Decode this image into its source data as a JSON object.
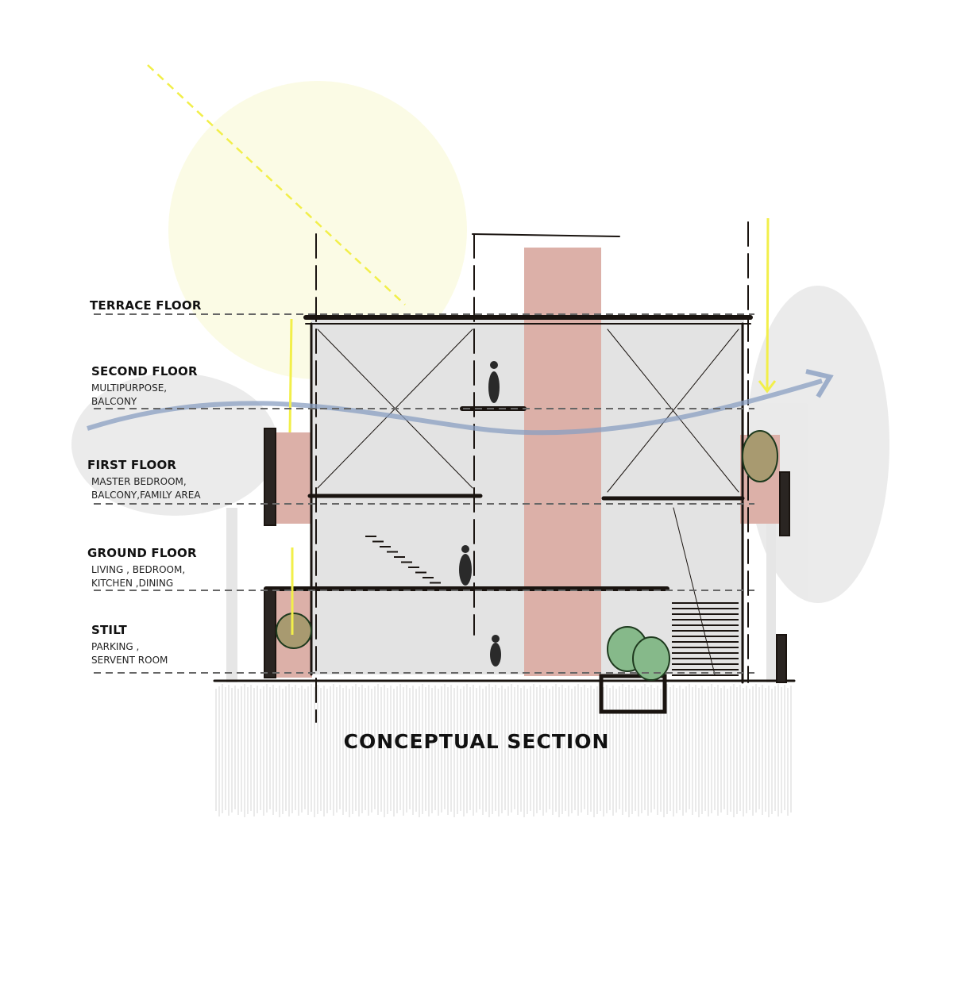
{
  "title": "CONCEPTUAL SECTION",
  "levels": [
    {
      "name": "TERRACE FLOOR",
      "desc": []
    },
    {
      "name": "SECOND FLOOR",
      "desc": [
        "MULTIPURPOSE,",
        "BALCONY"
      ]
    },
    {
      "name": "FIRST FLOOR",
      "desc": [
        "MASTER BEDROOM,",
        "BALCONY,FAMILY AREA"
      ]
    },
    {
      "name": "GROUND FLOOR",
      "desc": [
        "LIVING , BEDROOM,",
        "KITCHEN ,DINING"
      ]
    },
    {
      "name": "STILT",
      "desc": [
        "PARKING ,",
        "SERVENT ROOM"
      ]
    }
  ],
  "colors": {
    "sun": "#fbfbe5",
    "sunray": "#f2ef4a",
    "core": "#dcb0a8",
    "interior": "#e3e3e3",
    "wind": "#8a9fc2",
    "line": "#1a1410"
  }
}
